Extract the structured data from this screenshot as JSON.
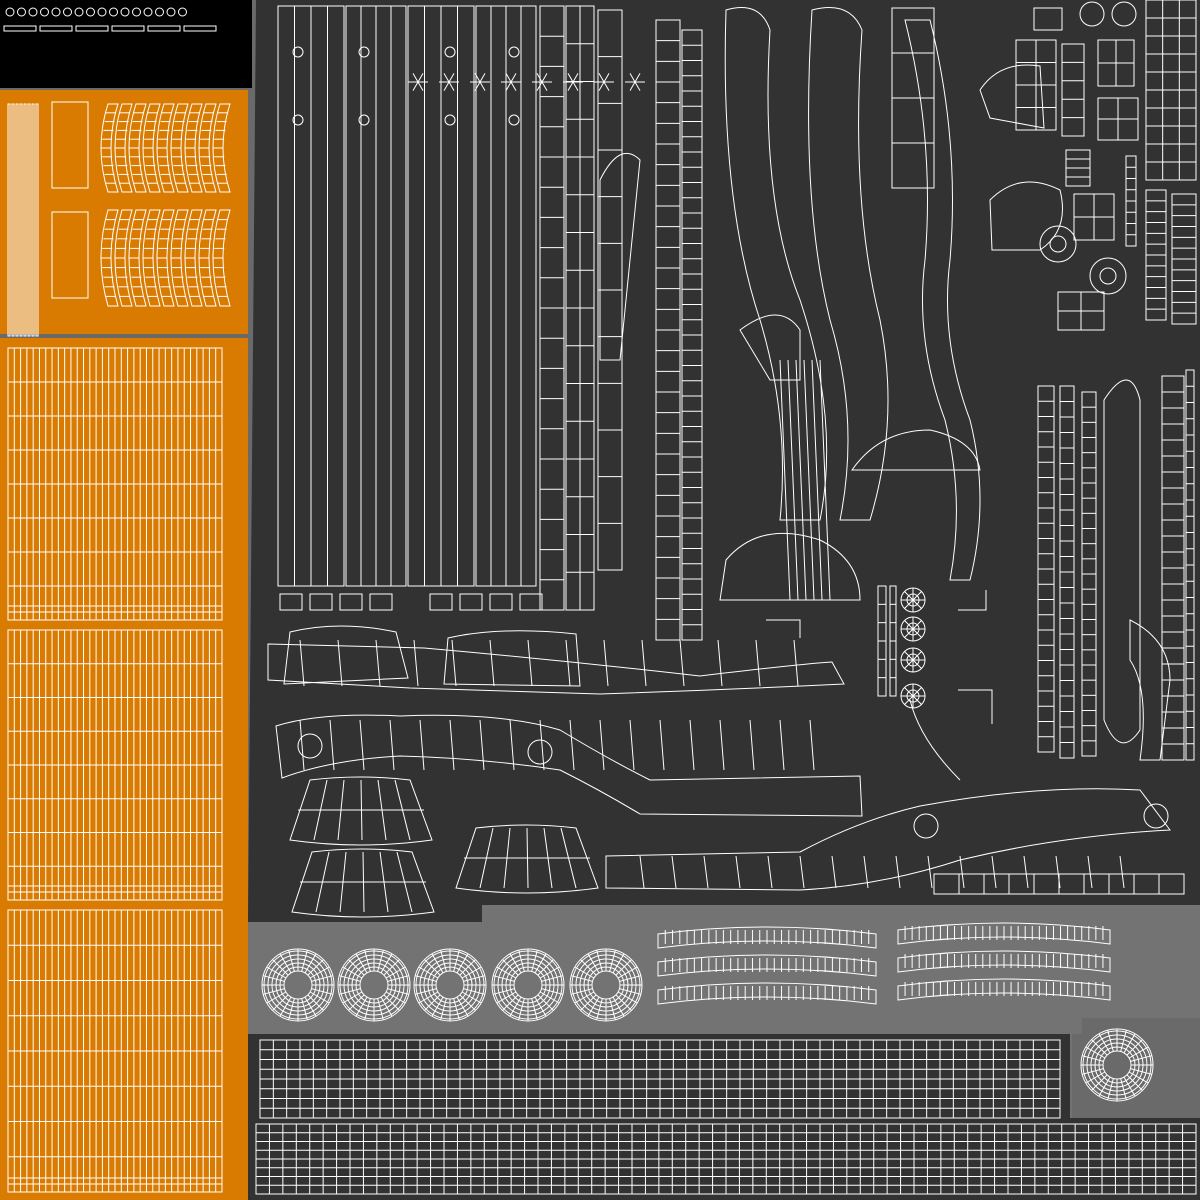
{
  "colors": {
    "background_grey": "#6a6a6a",
    "island_dark": "#323232",
    "island_orange": "#d97b00",
    "island_black": "#000000",
    "island_light_grey": "#737373",
    "wire": "#ffffff",
    "wire_dark": "#1a1a1a"
  },
  "layout_regions": [
    {
      "name": "top-left-black-tile"
    },
    {
      "name": "orange-curved-strips-tile"
    },
    {
      "name": "orange-long-panels-tile"
    },
    {
      "name": "main-dark-uv-area"
    },
    {
      "name": "lower-grey-tire-area"
    },
    {
      "name": "bottom-dark-strip-panels"
    }
  ]
}
